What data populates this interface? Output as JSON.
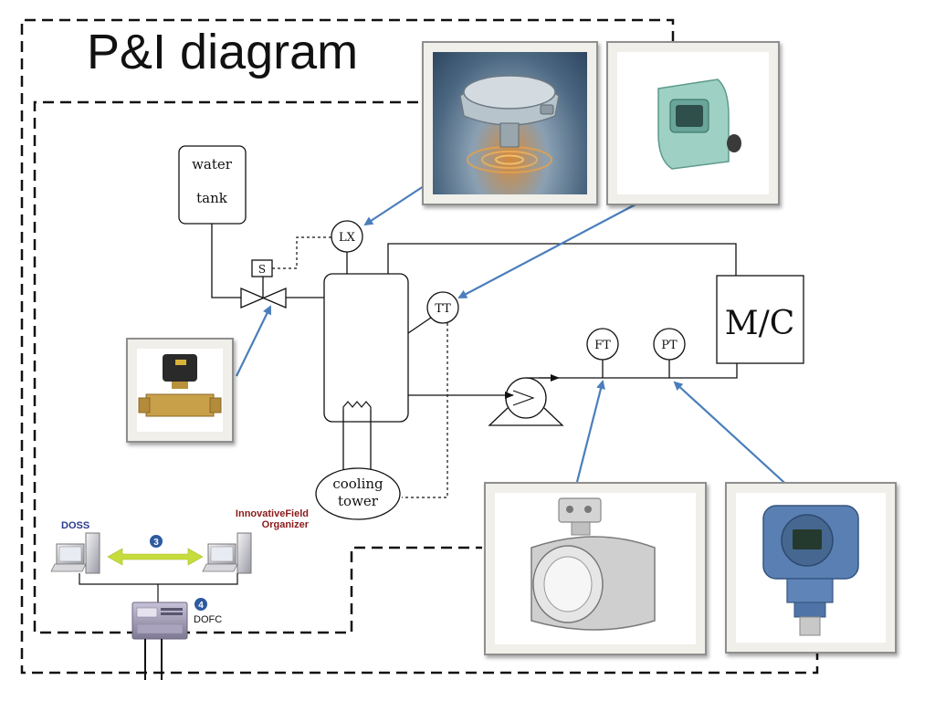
{
  "title": "P&I diagram",
  "nodes": {
    "water_tank": [
      "water",
      "tank"
    ],
    "solenoid": "S",
    "level_transmitter": "LX",
    "temperature_transmitter": "TT",
    "flow_transmitter": "FT",
    "pressure_transmitter": "PT",
    "machine": "M/C",
    "cooling_tower": [
      "cooling",
      "tower"
    ]
  },
  "network": {
    "doss": "DOSS",
    "organizer": [
      "InnovativeField",
      "Organizer"
    ],
    "link_number": "3",
    "dofc_number": "4",
    "dofc": "DOFC"
  },
  "colors": {
    "arrow": "#4a7ebb",
    "link_arrow": "#c6dc3c",
    "badge": "#2d5aa0",
    "doss_text": "#2b3a8c",
    "organizer_text": "#8b1a1a"
  }
}
